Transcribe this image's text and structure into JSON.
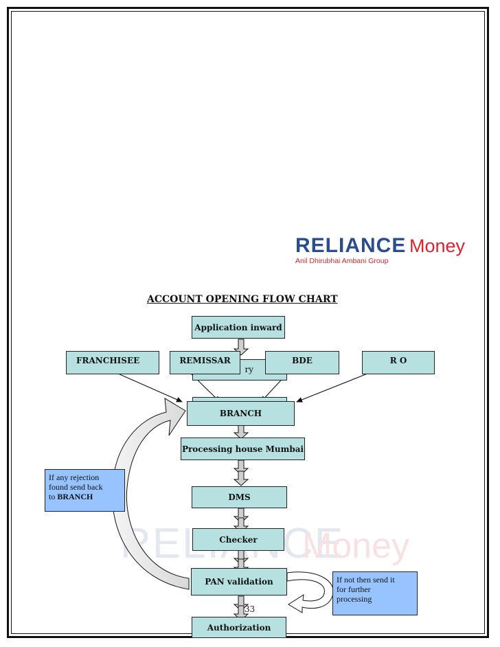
{
  "logo": {
    "brand": "RELIANCE",
    "brand_suffix": "Money",
    "tagline": "Anil Dhirubhai Ambani Group"
  },
  "title": "ACCOUNT OPENING FLOW CHART",
  "nodes": {
    "application_inward": "Application inward",
    "verification_partial": "ry",
    "branch": "BRANCH",
    "processing_house": "Processing house Mumbai",
    "dms": "DMS",
    "checker": "Checker",
    "pan_validation": "PAN validation",
    "authorization": "Authorization"
  },
  "sources": {
    "franchisee": "FRANCHISEE",
    "remissar": "REMISSAR",
    "bde": "BDE",
    "ro": "R O"
  },
  "notes": {
    "rejection_line1": "If any rejection",
    "rejection_line2": "found send back",
    "rejection_line3_prefix": "to ",
    "rejection_line3_bold": "BRANCH",
    "further_line1": "If not then send it",
    "further_line2": "for further",
    "further_line3": "processing"
  },
  "page_number": "33",
  "colors": {
    "box_fill": "#b7e1e1",
    "note_fill": "#97c4ff",
    "logo_red": "#d9232e",
    "logo_blue": "#2a4d8f"
  }
}
